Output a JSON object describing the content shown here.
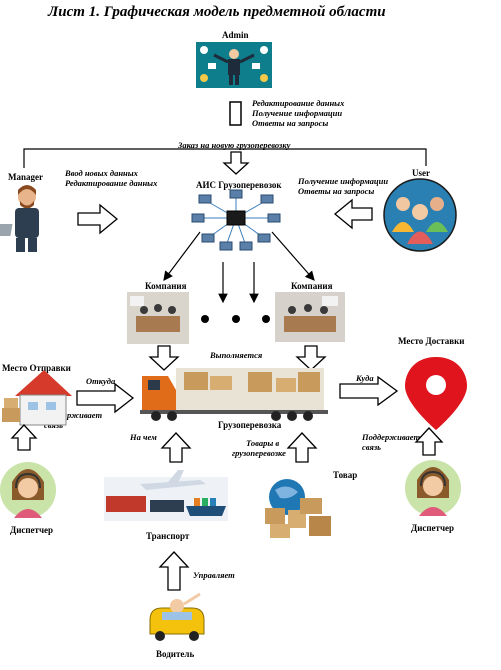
{
  "title": "Лист 1. Графическая модель предметной области",
  "nodes": {
    "admin": "Admin",
    "manager": "Manager",
    "user": "User",
    "ais": "АИС Грузоперевозок",
    "company_left": "Компания",
    "company_right": "Компания",
    "origin": "Место Отправки",
    "destination": "Место Доставки",
    "truck": "Грузоперевозка",
    "transport": "Транспорт",
    "goods": "Товар",
    "driver": "Водитель",
    "dispatcher_left": "Диспетчер",
    "dispatcher_right": "Диспетчер"
  },
  "labels": {
    "admin_line1": "Редактирование данных",
    "admin_line2": "Получение информации",
    "admin_line3": "Ответы на запросы",
    "order": "Заказ на новую грузоперевозку",
    "manager_line1": "Ввод новых данных",
    "manager_line2": "Редактирование данных",
    "user_line1": "Получение информации",
    "user_line2": "Ответы на запросы",
    "executed": "Выполняется",
    "from": "Откуда",
    "to": "Куда",
    "on_what": "На чем",
    "goods_in_1": "Товары в",
    "goods_in_2": "грузоперевозке",
    "support_left_1": "Поддерживает",
    "support_left_2": "связь",
    "support_right_1": "Поддерживает",
    "support_right_2": "связь",
    "manages": "Управляет"
  },
  "colors": {
    "pin": "#e0141c",
    "house_roof": "#d63a2a",
    "headset_bg": "#c9e3a8",
    "user_bg": "#2a7fb3",
    "admin_bg": "#0f7e8c"
  }
}
